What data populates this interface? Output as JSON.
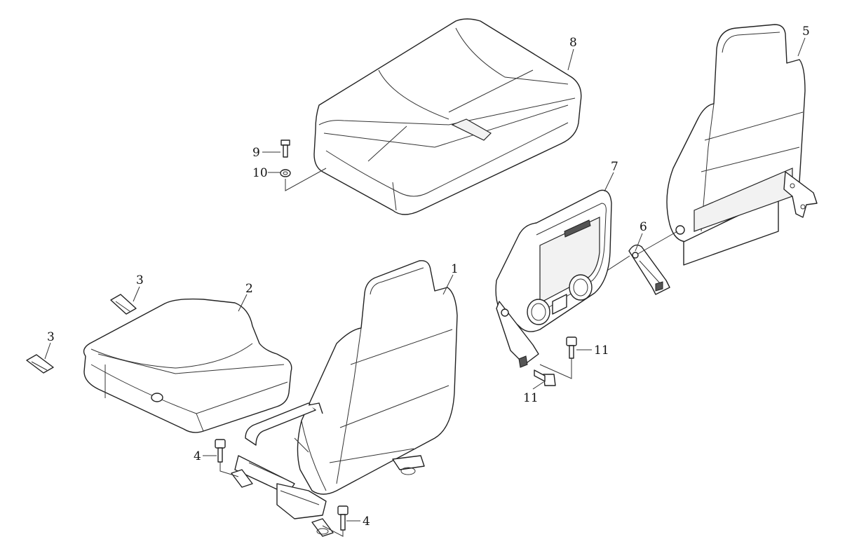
{
  "callouts": [
    {
      "id": "c1",
      "label": "1"
    },
    {
      "id": "c2",
      "label": "2"
    },
    {
      "id": "c3a",
      "label": "3"
    },
    {
      "id": "c3b",
      "label": "3"
    },
    {
      "id": "c4a",
      "label": "4"
    },
    {
      "id": "c4b",
      "label": "4"
    },
    {
      "id": "c5",
      "label": "5"
    },
    {
      "id": "c6",
      "label": "6"
    },
    {
      "id": "c7",
      "label": "7"
    },
    {
      "id": "c8",
      "label": "8"
    },
    {
      "id": "c9",
      "label": "9"
    },
    {
      "id": "c10",
      "label": "10"
    },
    {
      "id": "c11a",
      "label": "11"
    },
    {
      "id": "c11b",
      "label": "11"
    }
  ],
  "colors": {
    "line": "#222222",
    "background": "#ffffff"
  }
}
